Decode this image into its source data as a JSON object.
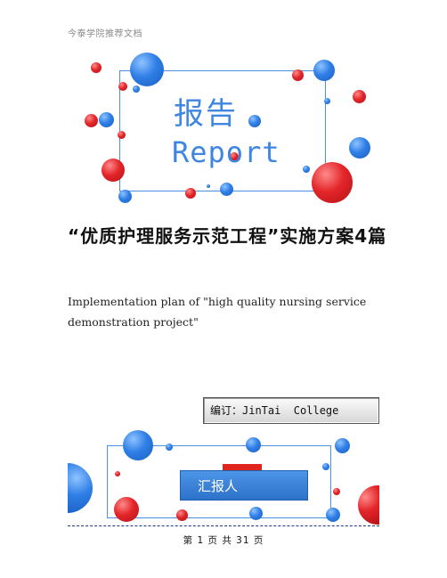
{
  "header": {
    "text": "今泰学院推荐文档"
  },
  "banner": {
    "title": "报告",
    "subtitle": "Report"
  },
  "document": {
    "title": "“优质护理服务示范工程”实施方案4篇",
    "english_title": "Implementation plan of \"high quality nursing service demonstration project\""
  },
  "editor": {
    "label": "编订：JinTai  College"
  },
  "reporter": {
    "label": "汇报人"
  },
  "footer": {
    "page_text": "第 1 页 共 31 页"
  },
  "colors": {
    "accent_blue": "#3f86e0",
    "accent_red": "#e3262a"
  }
}
